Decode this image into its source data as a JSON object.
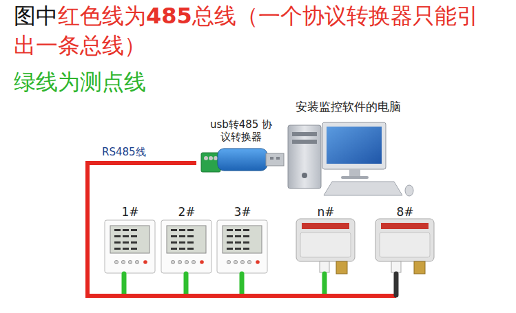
{
  "diagram": {
    "nodes": [
      {
        "text": [
          "安装监控软件的电脑"
        ]
      },
      {
        "text": [
          "usb转485 协议转换器"
        ]
      },
      {
        "text": [
          "1#"
        ]
      },
      {
        "text": [
          "2#"
        ]
      },
      {
        "text": [
          "3#"
        ]
      },
      {
        "text": [
          "n#"
        ]
      },
      {
        "text": [
          "8#"
        ]
      }
    ],
    "edges": [
      {
        "from": 1,
        "to": 2,
        "arrow": "none"
      },
      {
        "from": 1,
        "to": 3,
        "arrow": "none"
      },
      {
        "from": 1,
        "to": 4,
        "arrow": "none"
      },
      {
        "from": 1,
        "to": 5,
        "arrow": "none"
      },
      {
        "from": 1,
        "to": 6,
        "arrow": "none"
      }
    ],
    "labels": [
      "图中",
      "红色线为",
      "485",
      "总线（一个协议转换器只能引出一条总线）",
      "绿线为测点线",
      "RS485线"
    ]
  }
}
